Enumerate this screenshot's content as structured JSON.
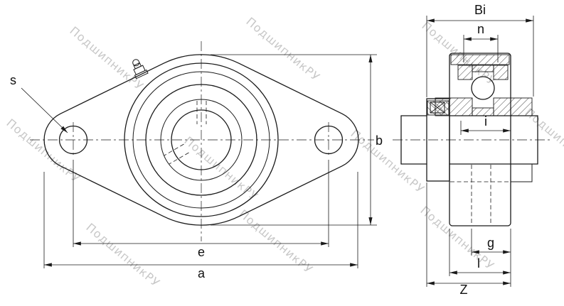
{
  "colors": {
    "background": "#ffffff",
    "line": "#1a1a1a",
    "watermark": "#c8c8c8"
  },
  "watermark": {
    "text": "ПодшипникРУ"
  },
  "drawing": {
    "description": "Two-bolt oval flange bearing unit: front view with rhombic flange and side cross-section on shaft",
    "front_view": {
      "dimension_labels": {
        "s": "s",
        "b": "b",
        "e": "e",
        "a": "a"
      }
    },
    "side_view": {
      "dimension_labels": {
        "Bi": "Bi",
        "n": "n",
        "i": "i",
        "g": "g",
        "l": "l",
        "Z": "Z"
      }
    }
  }
}
